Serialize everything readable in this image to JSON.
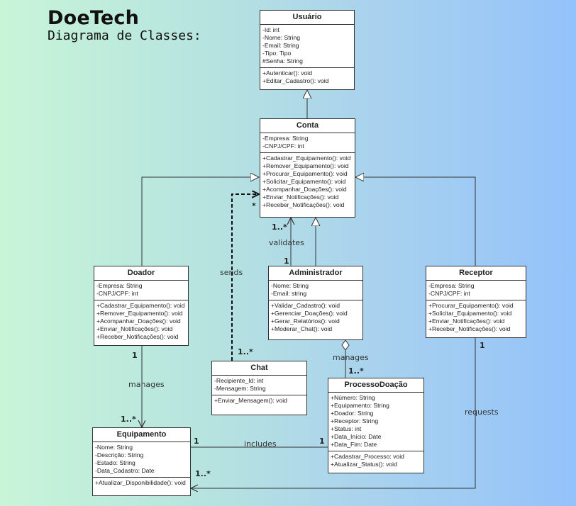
{
  "title": "DoeTech",
  "subtitle": "Diagrama de Classes:",
  "classes": {
    "usuario": {
      "name": "Usuário",
      "attributes": [
        "-Id: int",
        "-Nome: String",
        "-Email: String",
        "-Tipo: Tipo",
        "#Senha: String"
      ],
      "methods": [
        "+Autenticar(): void",
        "+Editar_Cadastro(): void"
      ]
    },
    "conta": {
      "name": "Conta",
      "attributes": [
        "-Empresa: String",
        "-CNPJ/CPF: int"
      ],
      "methods": [
        "+Cadastrar_Equipamento(): void",
        "+Remover_Equipamento(): void",
        "+Procurar_Equipamento(): void",
        "+Solicitar_Equipamento(): void",
        "+Acompanhar_Doações(): void",
        "+Enviar_Notificações(): void",
        "+Receber_Notificações(): void"
      ]
    },
    "doador": {
      "name": "Doador",
      "attributes": [
        "-Empresa: String",
        "-CNPJ/CPF: int"
      ],
      "methods": [
        "+Cadastrar_Equipamento(): void",
        "+Remover_Equipamento(): void",
        "+Acompanhar_Doações(): void",
        "+Enviar_Notificações(): void",
        "+Receber_Notificações(): void"
      ]
    },
    "administrador": {
      "name": "Administrador",
      "attributes": [
        "-Nome: String",
        "-Email: string"
      ],
      "methods": [
        "+Validar_Cadastro(): void",
        "+Gerenciar_Doações(): void",
        "+Gerar_Relatórios(): void",
        "+Moderar_Chat(): void"
      ]
    },
    "receptor": {
      "name": "Receptor",
      "attributes": [
        "-Empresa: String",
        "-CNPJ/CPF: int"
      ],
      "methods": [
        "+Procurar_Equipamento(): void",
        "+Solicitar_Equipamento(): void",
        "+Enviar_Notificações(): void",
        "+Receber_Notificações(): void"
      ]
    },
    "chat": {
      "name": "Chat",
      "attributes": [
        "-Recipiente_Id: int",
        "-Mensagem: String"
      ],
      "methods": [
        "+Enviar_Mensagem(): void"
      ]
    },
    "processo": {
      "name": "ProcessoDoação",
      "attributes": [
        "+Número: String",
        "+Equipamento: String",
        "+Doador: String",
        "+Receptor: String",
        "+Status: int",
        "+Data_Início: Date",
        "+Data_Fim: Date"
      ],
      "methods": [
        "+Cadastrar_Processo: void",
        "+Atualizar_Status(): void"
      ]
    },
    "equipamento": {
      "name": "Equipamento",
      "attributes": [
        "-Nome: String",
        "-Descrição: String",
        "-Estado: String",
        "-Data_Cadastro: Date"
      ],
      "methods": [
        "+Atualizar_Disponibilidade(): void"
      ]
    }
  },
  "relations": {
    "validates": "validates",
    "sends": "sends",
    "manages_doador": "manages",
    "manages_admin": "manages",
    "includes": "includes",
    "requests": "requests"
  },
  "multiplicities": {
    "m_conta_validates": "1..*",
    "m_admin_validates": "1",
    "m_conta_sends": "*",
    "m_chat_sends": "1..*",
    "m_doador_manages": "1",
    "m_equip_manages": "1..*",
    "m_processo_manages": "1..*",
    "m_equip_includes": "1",
    "m_processo_includes": "1",
    "m_receptor_requests": "1",
    "m_equip_requests": "1..*"
  }
}
